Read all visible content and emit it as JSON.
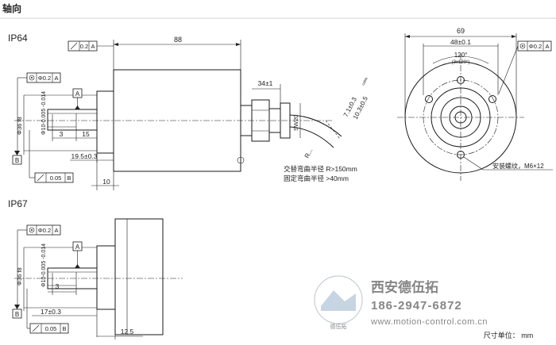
{
  "header": {
    "title": "轴向"
  },
  "ip64": {
    "label": "IP64",
    "tol_flat": "0.2",
    "tol_flat_ref": "A",
    "tol_pos": "Φ0.2",
    "tol_pos_ref": "A",
    "datum_a": "A",
    "datum_b": "B",
    "dim_88": "88",
    "dim_34": "34±1",
    "dim_phi36": "Φ36 f8",
    "dim_phi10": "Φ10-0.005 -0.014",
    "dim_3": "3",
    "dim_15": "15",
    "dim_19_5": "19.5±0.3",
    "dim_10": "10",
    "tol_runout": "0.05",
    "tol_runout_ref": "B",
    "dim_sw20": "SW20",
    "dim_cable_a": "7.1±0.3",
    "dim_cable_b": "10.3±0.5",
    "cable_note_small": "cable",
    "dim_radius": "R...",
    "note_bend_1": "交替弯曲半径 R>150mm",
    "note_bend_2": "固定弯曲半径 >40mm"
  },
  "front": {
    "dim_69": "69",
    "dim_48": "48±0.1",
    "dim_120": "120°",
    "dim_3x120": "(3x120°)",
    "tol_pos": "Φ0.2",
    "tol_pos_ref": "A",
    "note_screw": "安装螺纹，M6×12"
  },
  "ip67": {
    "label": "IP67",
    "tol_pos": "Φ0.2",
    "tol_pos_ref": "A",
    "datum_a": "A",
    "datum_b": "B",
    "dim_phi36": "Φ36 f8",
    "dim_phi10": "Φ10-0.005 -0.014",
    "dim_3": "3",
    "dim_17": "17±0.3",
    "tol_runout": "0.05",
    "tol_runout_ref": "B",
    "dim_12_5": "12.5"
  },
  "watermark": {
    "company": "西安德伍拓",
    "phone": "186-2947-6872",
    "url": "www.motion-control.com.cn",
    "badge": "德伍拓"
  },
  "footer": {
    "unit": "尺寸单位： mm"
  }
}
